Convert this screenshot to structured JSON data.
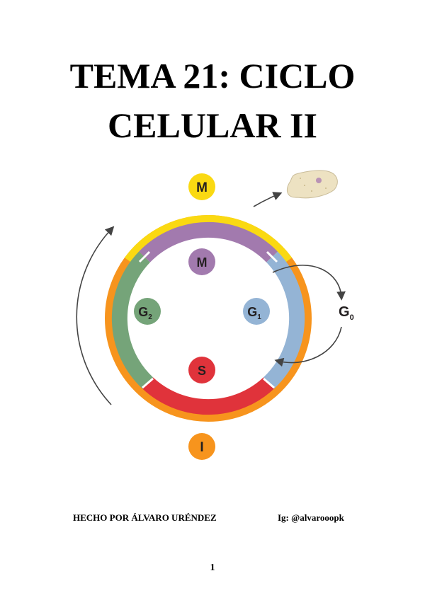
{
  "document": {
    "title_line1": "TEMA 21: CICLO",
    "title_line2": "CELULAR II",
    "author": "HECHO POR ÁLVARO URÉNDEZ",
    "instagram": "Ig: @alvarooopk",
    "page_number": "1"
  },
  "diagram": {
    "outer_top_label": "M",
    "outer_bottom_label": "I",
    "inner_m_label": "M",
    "g2_main": "G",
    "g2_sub": "2",
    "g1_main": "G",
    "g1_sub": "1",
    "s_label": "S",
    "g0_main": "G",
    "g0_sub": "0",
    "colors": {
      "mitosis_yellow": "#FAD912",
      "interphase_orange": "#F7941D",
      "m_purple": "#A27AAE",
      "g1_blue": "#94B4D5",
      "g2_green": "#75A479",
      "s_red": "#E0333B"
    }
  }
}
